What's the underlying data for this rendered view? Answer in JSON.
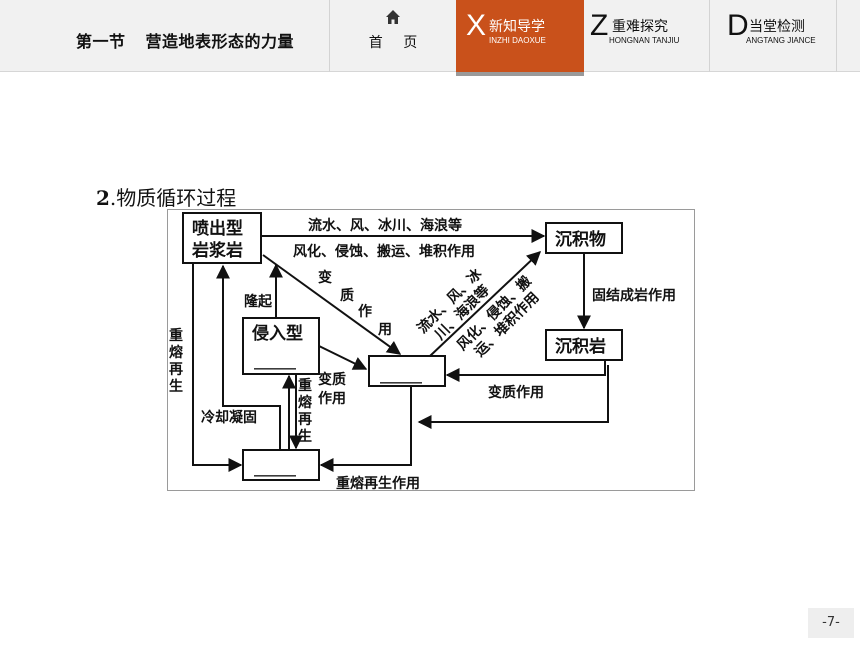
{
  "header": {
    "section": "第一节",
    "title": "营造地表形态的力量",
    "home_label": "首 页",
    "nav": [
      {
        "letter": "X",
        "label": "新知导学",
        "pinyin": "INZHI DAOXUE",
        "active": true
      },
      {
        "letter": "Z",
        "label": "重难探究",
        "pinyin": "HONGNAN TANJIU",
        "active": false
      },
      {
        "letter": "D",
        "label": "当堂检测",
        "pinyin": "ANGTANG JIANCE",
        "active": false
      }
    ]
  },
  "section_heading": {
    "number": "2",
    "text": ".物质循环过程"
  },
  "diagram": {
    "boxes": {
      "extrusive_1": "喷出型",
      "extrusive_2": "岩浆岩",
      "intrusive": "侵入型",
      "intrusive_blank": "______",
      "sediment": "沉积物",
      "sedimentary_rock": "沉积岩",
      "metamorphic_blank": "______",
      "magma_blank": "______"
    },
    "labels": {
      "top_arrow": "流水、风、冰川、海浪等",
      "top_process": "风化、侵蚀、搬运、堆积作用",
      "metamorphism_diag": [
        "变",
        "质",
        "作",
        "用"
      ],
      "uplift": "隆起",
      "diag_up_1": "流水、风、冰",
      "diag_up_2": "川、海浪等",
      "diag_up_3": "风化、侵蚀、搬",
      "diag_up_4": "运、堆积作用",
      "consolidation": "固结成岩作用",
      "remelt_left": [
        "重",
        "熔",
        "再",
        "生"
      ],
      "remelt_mid": [
        "重",
        "熔",
        "再",
        "生"
      ],
      "metamorphism_mid_1": "变质",
      "metamorphism_mid_2": "作用",
      "metamorphism_right": "变质作用",
      "cooling": "冷却凝固",
      "remelt_bottom": "重熔再生作用"
    }
  },
  "page_number": "-7-"
}
